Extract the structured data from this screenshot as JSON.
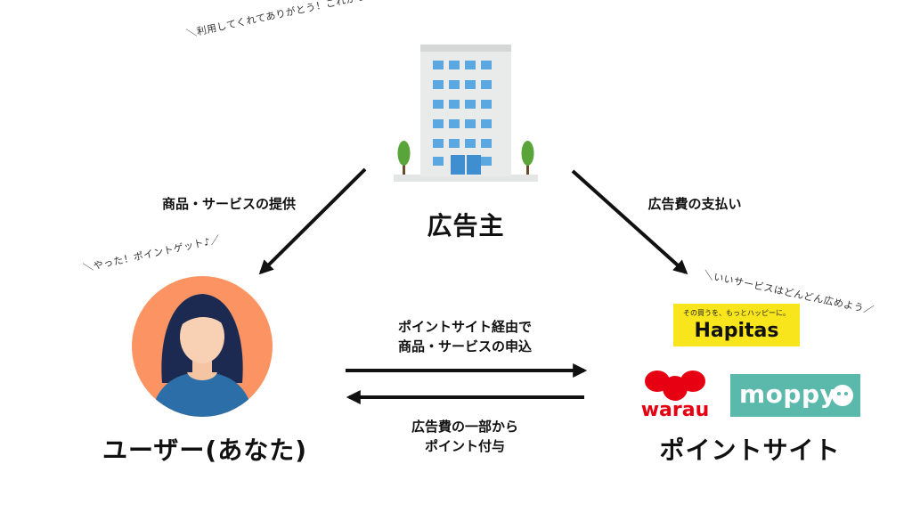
{
  "chatter": {
    "advertiser": "＼利用してくれてありがとう！これからもよろしくね〜／",
    "user": "＼やった！ポイントゲット♪／",
    "point_site": "＼いいサービスはどんどん広めよう／"
  },
  "advertiser": {
    "label": "広告主"
  },
  "user": {
    "label": "ユーザー(あなた)"
  },
  "point_site": {
    "label": "ポイントサイト"
  },
  "flows": {
    "to_user": "商品・サービスの提供",
    "to_site": "広告費の支払い",
    "apply": [
      "ポイントサイト経由で",
      "商品・サービスの申込"
    ],
    "reward": [
      "広告費の一部から",
      "ポイント付与"
    ]
  },
  "logos": {
    "hapitas_tagline": "その買うを、もっとハッピーに。",
    "hapitas": "Hapitas",
    "warau": "warau",
    "moppy": "moppy"
  },
  "colors": {
    "user_circle": "#fb9363",
    "hapitas_bg": "#f8e51c",
    "moppy_bg": "#5bb9ac",
    "warau_red": "#e60012"
  }
}
